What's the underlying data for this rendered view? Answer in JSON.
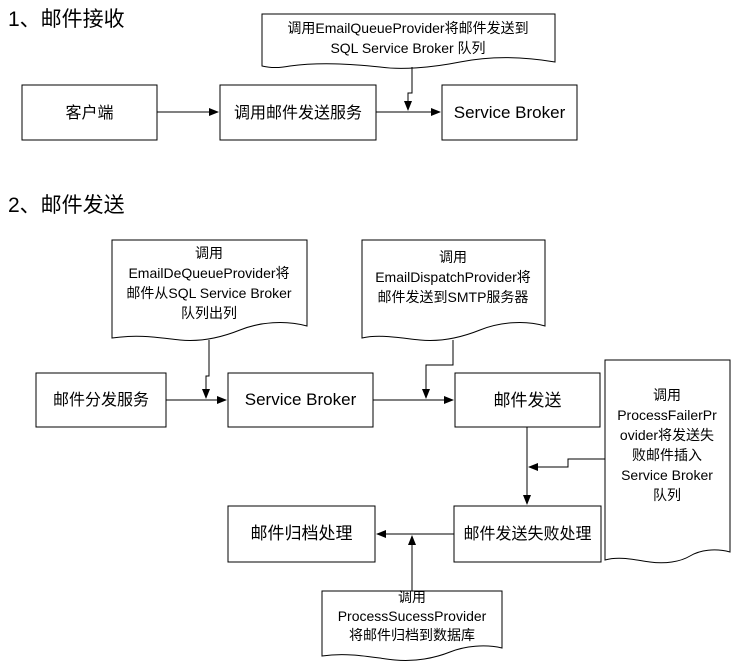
{
  "section1": {
    "title": "1、邮件接收",
    "client": "客户端",
    "call_service": "调用邮件发送服务",
    "broker": "Service Broker",
    "note_lines": [
      "调用EmailQueueProvider将邮件发送到",
      "SQL Service Broker 队列"
    ]
  },
  "section2": {
    "title": "2、邮件发送",
    "dispatch_service": "邮件分发服务",
    "broker": "Service Broker",
    "send": "邮件发送",
    "send_fail": "邮件发送失败处理",
    "archive": "邮件归档处理",
    "note_dequeue_lines": [
      "调用",
      "EmailDeQueueProvider将",
      "邮件从SQL Service Broker",
      "队列出列"
    ],
    "note_dispatch_lines": [
      "调用",
      "EmailDispatchProvider将",
      "邮件发送到SMTP服务器"
    ],
    "note_failer_lines": [
      "调用",
      "ProcessFailerPr",
      "ovider将发送失",
      "败邮件插入",
      "Service Broker",
      "队列"
    ],
    "note_success_lines": [
      "调用",
      "ProcessSucessProvider",
      "将邮件归档到数据库"
    ]
  }
}
